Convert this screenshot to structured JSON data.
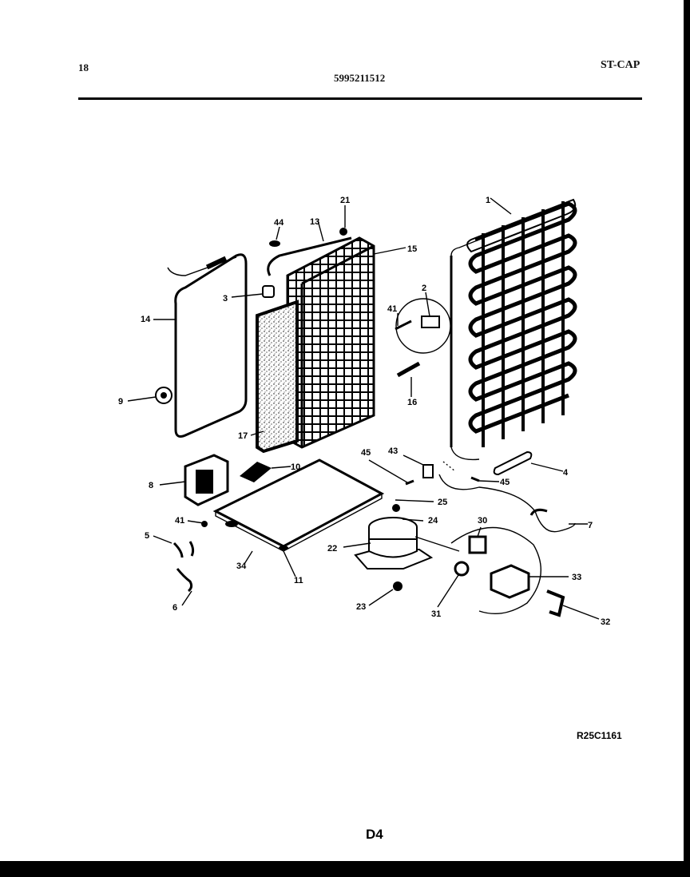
{
  "header": {
    "page_number": "18",
    "part_number": "5995211512",
    "model_code": "ST-CAP"
  },
  "footer": {
    "drawing_code": "R25C1161",
    "page_code": "D4"
  },
  "callouts": [
    "1",
    "2",
    "3",
    "4",
    "5",
    "6",
    "7",
    "8",
    "9",
    "10",
    "11",
    "13",
    "14",
    "15",
    "16",
    "17",
    "21",
    "22",
    "23",
    "24",
    "25",
    "30",
    "31",
    "32",
    "33",
    "34",
    "41",
    "41",
    "43",
    "44",
    "45",
    "45"
  ]
}
